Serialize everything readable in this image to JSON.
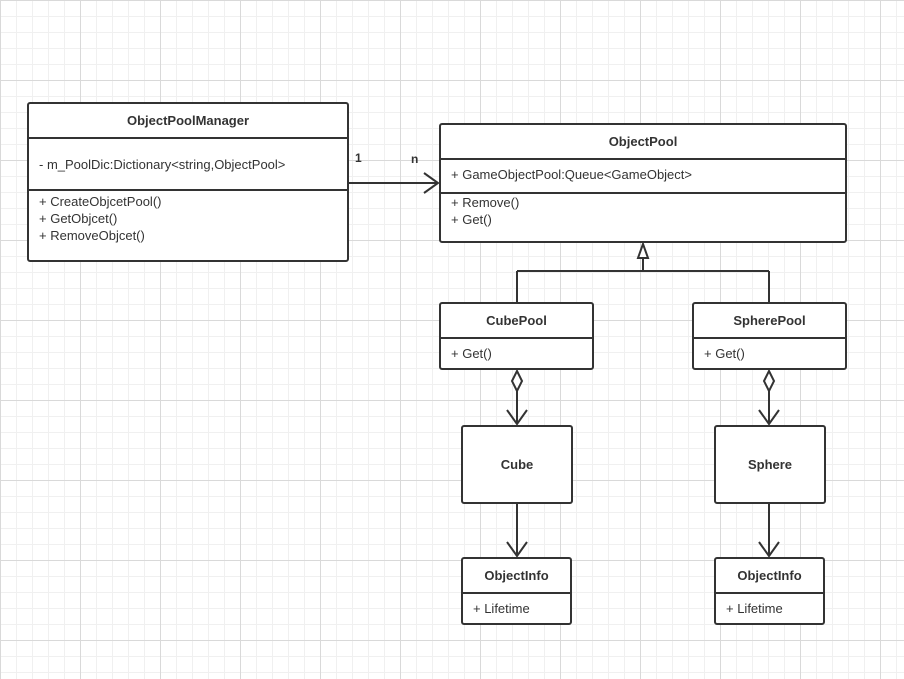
{
  "classes": {
    "manager": {
      "name": "ObjectPoolManager",
      "attributes": [
        "- m_PoolDic:Dictionary<string,ObjectPool>"
      ],
      "methods": [
        "+ CreateObjcetPool()",
        "+ GetObjcet()",
        "+ RemoveObjcet()"
      ]
    },
    "pool": {
      "name": "ObjectPool",
      "attributes": [
        "+ GameObjectPool:Queue<GameObject>"
      ],
      "methods": [
        "+ Remove()",
        "+ Get()"
      ]
    },
    "cube_pool": {
      "name": "CubePool",
      "methods": [
        "+ Get()"
      ]
    },
    "sphere_pool": {
      "name": "SpherePool",
      "methods": [
        "+ Get()"
      ]
    },
    "cube": {
      "name": "Cube"
    },
    "sphere": {
      "name": "Sphere"
    },
    "cube_info": {
      "name": "ObjectInfo",
      "attributes": [
        "+ Lifetime"
      ]
    },
    "sphere_info": {
      "name": "ObjectInfo",
      "attributes": [
        "+ Lifetime"
      ]
    }
  },
  "association": {
    "source_multiplicity": "1",
    "target_multiplicity": "n"
  }
}
